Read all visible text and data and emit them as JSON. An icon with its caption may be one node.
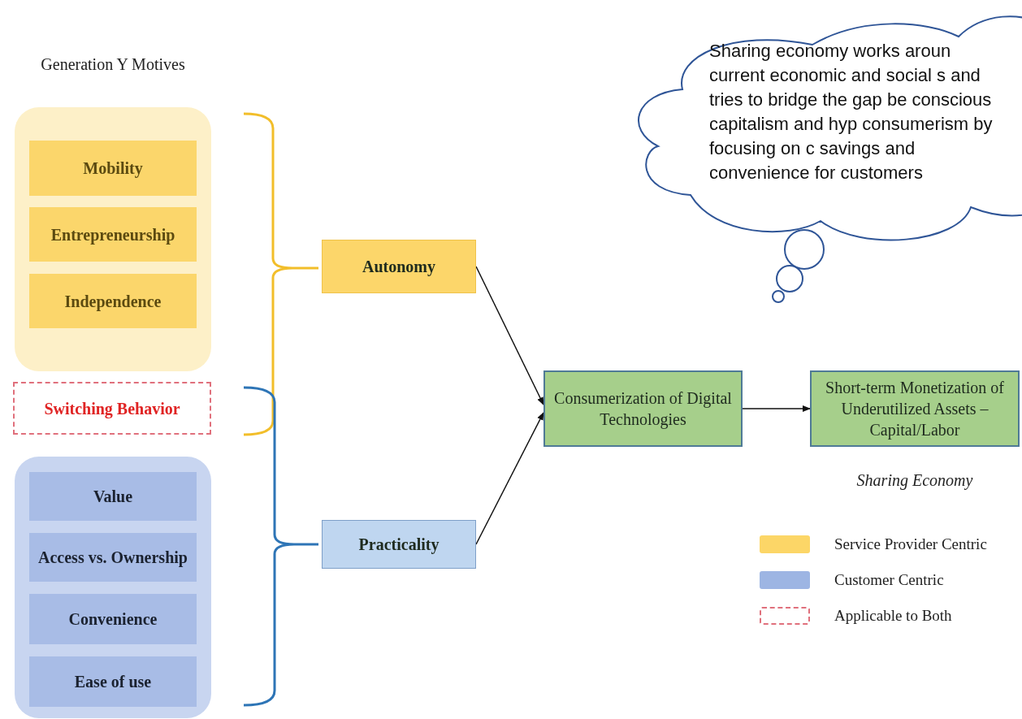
{
  "diagram": {
    "nodes": [
      {
        "text": [
          "Generation Y Motives"
        ]
      },
      {
        "text": [
          "Mobility"
        ],
        "in": 0
      },
      {
        "text": [
          "Entrepreneurship"
        ],
        "in": 0
      },
      {
        "text": [
          "Independence"
        ],
        "in": 0
      },
      {
        "text": [
          "Switching Behavior"
        ]
      },
      {
        "text": [],
        "shape": "box"
      },
      {
        "text": [
          "Value"
        ],
        "in": 5
      },
      {
        "text": [
          "Access vs. Ownership"
        ],
        "in": 5
      },
      {
        "text": [
          "Convenience"
        ],
        "in": 5
      },
      {
        "text": [
          "Ease of use"
        ],
        "in": 5
      },
      {
        "text": [
          "Autonomy"
        ]
      },
      {
        "text": [
          "Practicality"
        ]
      },
      {
        "text": [
          "Consumerization of Digital Technologies"
        ]
      },
      {
        "text": [
          "Short-term Monetization of Underutilized Assets – Capital/Labor"
        ],
        "beside": [
          "Sharing Economy"
        ]
      },
      {
        "text": [
          "Sharing economy works aroun current economic and social s and tries to bridge the gap be conscious capitalism and hyp consumerism by focusing on c savings and convenience for customers"
        ]
      }
    ],
    "edges": [
      {
        "from": 10,
        "to": 12,
        "arrow": "to"
      },
      {
        "from": 11,
        "to": 12,
        "arrow": "to"
      },
      {
        "from": 12,
        "to": 13,
        "arrow": "to"
      }
    ],
    "legend": [
      {
        "text": "Service Provider Centric",
        "color": "#fcd667"
      },
      {
        "text": "Customer Centric",
        "color": "#9db5e3"
      },
      {
        "text": "Applicable to Both"
      }
    ]
  }
}
